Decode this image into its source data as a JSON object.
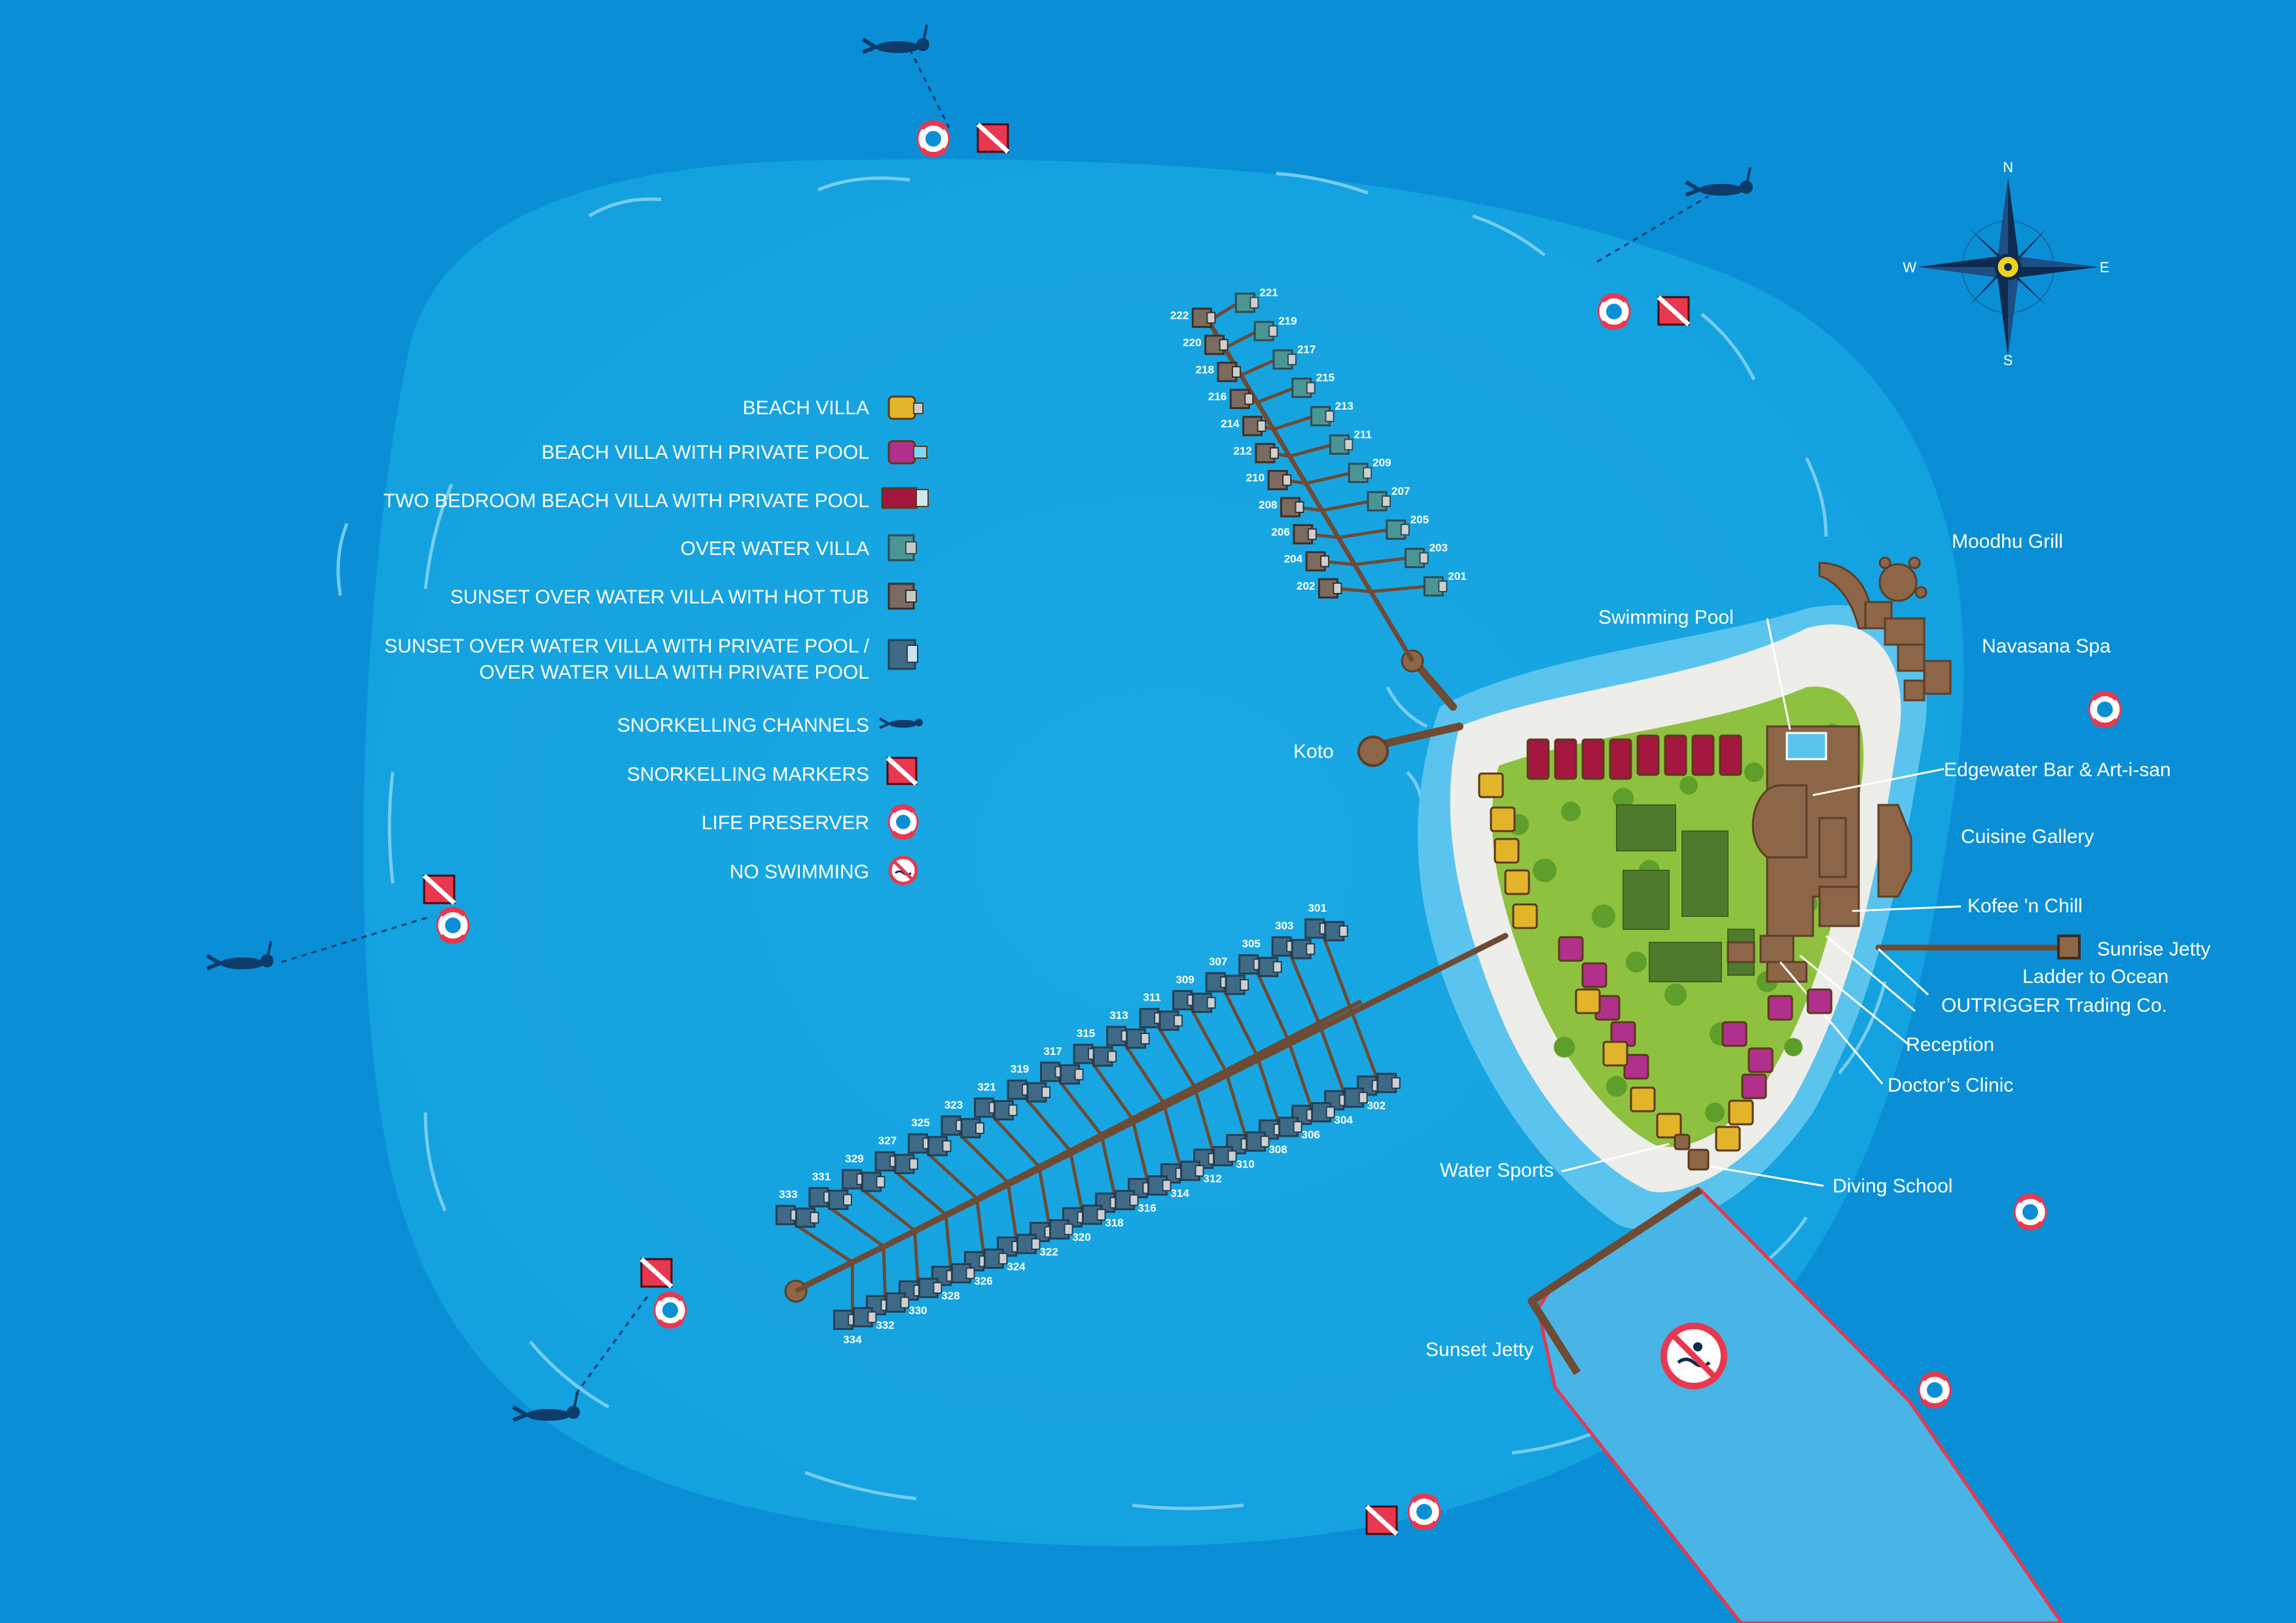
{
  "colors": {
    "ocean": "#0a8fd6",
    "lagoon": "#16a6e2",
    "shallow": "#5bc4ee",
    "sand": "#ededea",
    "vegetation": "#8ec13f",
    "building": "#8c6647",
    "jetty": "#6e4b34",
    "beach_villa": "#e2b429",
    "beach_villa_pool": "#b1308b",
    "two_bedroom_villa": "#a3173f",
    "over_water_villa": "#4a9694",
    "sunset_villa_hot_tub": "#7a6a60",
    "sunset_villa_pool": "#3f6a86",
    "marker_red": "#e8384f"
  },
  "legend": {
    "beach_villa": "BEACH VILLA",
    "beach_villa_pool": "BEACH VILLA WITH PRIVATE POOL",
    "two_bedroom": "TWO BEDROOM BEACH VILLA WITH PRIVATE POOL",
    "over_water": "OVER WATER VILLA",
    "sunset_hot_tub": "SUNSET OVER WATER VILLA WITH HOT TUB",
    "sunset_pool_1": "SUNSET OVER WATER VILLA WITH PRIVATE POOL /",
    "sunset_pool_2": "OVER WATER VILLA WITH PRIVATE POOL",
    "snorkelling_channels": "SNORKELLING CHANNELS",
    "snorkelling_markers": "SNORKELLING MARKERS",
    "life_preserver": "LIFE PRESERVER",
    "no_swimming": "NO SWIMMING"
  },
  "places": {
    "moodhu_grill": "Moodhu Grill",
    "swimming_pool": "Swimming Pool",
    "navasana_spa": "Navasana Spa",
    "koto": "Koto",
    "edgewater": "Edgewater Bar & Art-i-san",
    "cuisine_gallery": "Cuisine Gallery",
    "kofee_chill": "Kofee 'n Chill",
    "sunrise_jetty": "Sunrise Jetty",
    "ladder_to_ocean": "Ladder to Ocean",
    "outrigger_trading": "OUTRIGGER Trading Co.",
    "reception": "Reception",
    "doctors_clinic": "Doctor’s Clinic",
    "water_sports": "Water Sports",
    "diving_school": "Diving School",
    "sunset_jetty": "Sunset Jetty"
  },
  "compass": {
    "n": "N",
    "s": "S",
    "e": "E",
    "w": "W"
  },
  "villas_200": {
    "left": [
      "222",
      "220",
      "218",
      "216",
      "214",
      "212",
      "210",
      "208",
      "206",
      "204",
      "202"
    ],
    "right": [
      "221",
      "219",
      "217",
      "215",
      "213",
      "211",
      "209",
      "207",
      "205",
      "203",
      "201"
    ]
  },
  "villas_300": {
    "upper": [
      "301",
      "303",
      "305",
      "307",
      "309",
      "311",
      "313",
      "315",
      "317",
      "319",
      "321",
      "323",
      "325",
      "327",
      "329",
      "331",
      "333"
    ],
    "lower": [
      "302",
      "304",
      "306",
      "308",
      "310",
      "312",
      "314",
      "316",
      "318",
      "320",
      "322",
      "324",
      "326",
      "328",
      "330",
      "332",
      "334"
    ]
  }
}
